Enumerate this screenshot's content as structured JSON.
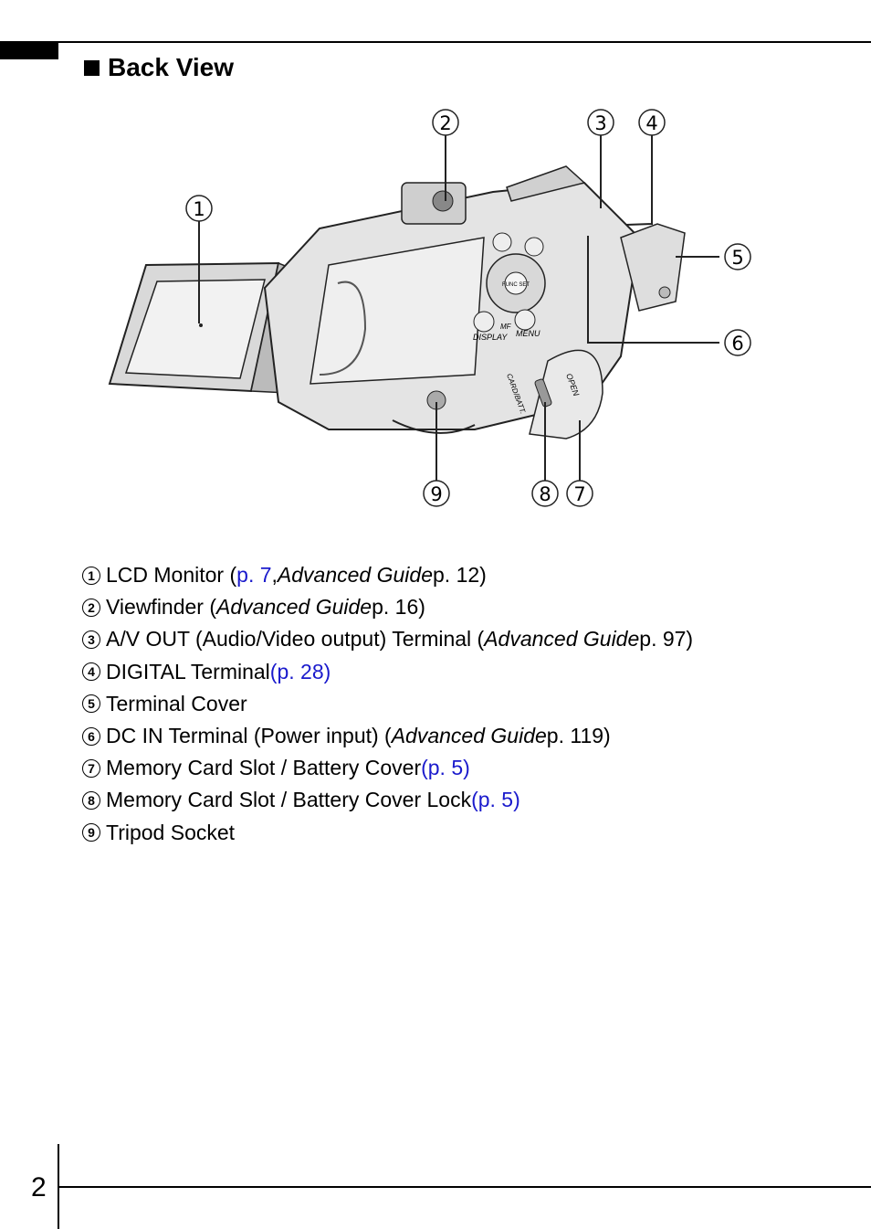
{
  "section": {
    "title": "Back View"
  },
  "figure": {
    "callouts": [
      "1",
      "2",
      "3",
      "4",
      "5",
      "6",
      "7",
      "8",
      "9"
    ],
    "camera_labels": {
      "display": "DISPLAY",
      "menu": "MENU",
      "func_set": "FUNC SET",
      "mf": "MF",
      "open": "OPEN",
      "card_batt": "CARD/BATT."
    }
  },
  "items": [
    {
      "num": "1",
      "text": "LCD Monitor (",
      "link1": "p. 7",
      "sep": ", ",
      "ital": "Advanced Guide",
      "tail": " p. 12)"
    },
    {
      "num": "2",
      "text": "Viewfinder (",
      "ital": "Advanced Guide",
      "tail": " p. 16)"
    },
    {
      "num": "3",
      "text": "A/V OUT (Audio/Video output) Terminal (",
      "ital": "Advanced Guide",
      "tail": " p. 97)"
    },
    {
      "num": "4",
      "text": "DIGITAL Terminal ",
      "link": "(p. 28)"
    },
    {
      "num": "5",
      "text": "Terminal Cover"
    },
    {
      "num": "6",
      "text": "DC IN Terminal (Power input) (",
      "ital": "Advanced Guide",
      "tail": " p. 119)"
    },
    {
      "num": "7",
      "text": "Memory Card Slot / Battery Cover ",
      "link": "(p. 5)"
    },
    {
      "num": "8",
      "text": "Memory Card Slot / Battery Cover Lock ",
      "link": "(p. 5)"
    },
    {
      "num": "9",
      "text": "Tripod Socket"
    }
  ],
  "footer": {
    "page_number": "2"
  }
}
